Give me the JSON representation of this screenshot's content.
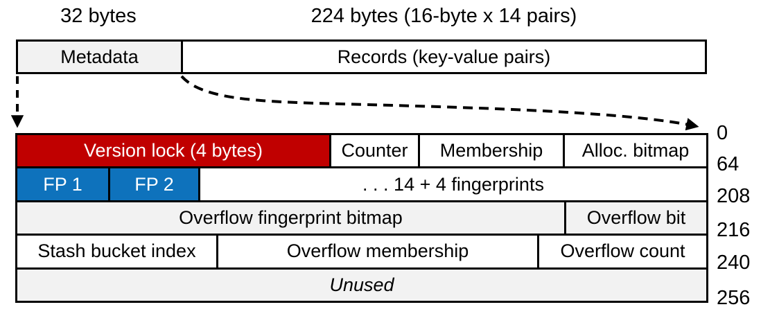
{
  "diagram": {
    "top": {
      "metadata_size": "32 bytes",
      "records_size": "224 bytes (16-byte x 14 pairs)",
      "metadata_label": "Metadata",
      "records_label": "Records (key-value pairs)"
    },
    "detail": {
      "row1": {
        "version_lock": "Version lock (4 bytes)",
        "counter": "Counter",
        "membership": "Membership",
        "alloc_bitmap": "Alloc. bitmap"
      },
      "row2": {
        "fp1": "FP 1",
        "fp2": "FP 2",
        "fingerprints": ". . . 14 + 4 fingerprints"
      },
      "row3": {
        "overflow_fp_bitmap": "Overflow fingerprint bitmap",
        "overflow_bit": "Overflow bit"
      },
      "row4": {
        "stash_bucket_index": "Stash bucket index",
        "overflow_membership": "Overflow membership",
        "overflow_count": "Overflow count"
      },
      "row5": {
        "unused": "Unused"
      },
      "byte_offsets": [
        "0",
        "64",
        "208",
        "216",
        "240",
        "256"
      ]
    },
    "colors": {
      "version_lock_fill": "#C00000",
      "fingerprint_fill": "#0E72BC",
      "shaded_fill": "#F2F2F2",
      "plain_fill": "#FFFFFF",
      "border": "#000000"
    }
  }
}
